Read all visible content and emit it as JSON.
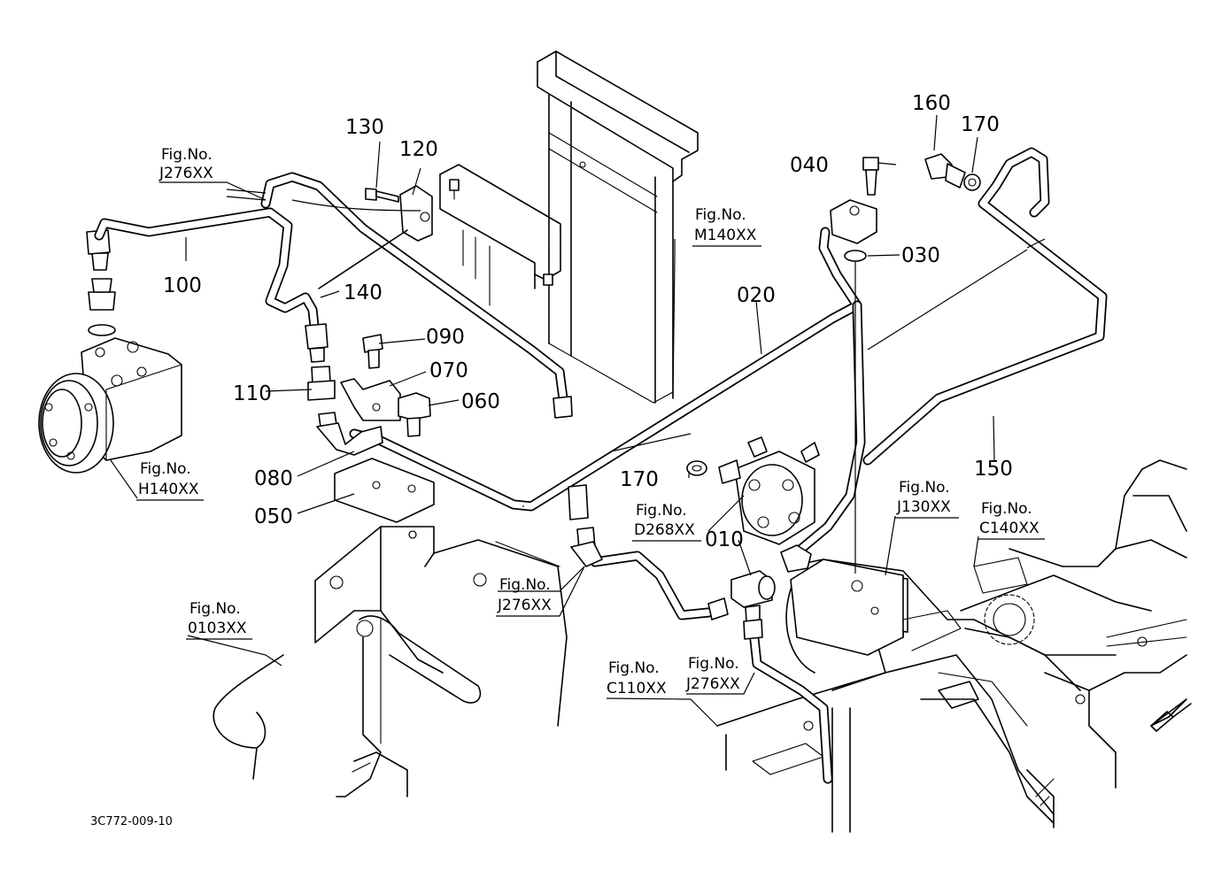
{
  "diagram_code": "3C772-009-10",
  "part_labels": {
    "p010": "010",
    "p020": "020",
    "p030": "030",
    "p040": "040",
    "p050": "050",
    "p060": "060",
    "p070": "070",
    "p080": "080",
    "p090": "090",
    "p100": "100",
    "p110": "110",
    "p120": "120",
    "p130": "130",
    "p140": "140",
    "p150": "150",
    "p160": "160",
    "p170a": "170",
    "p170b": "170"
  },
  "figure_refs": {
    "prefix": "Fig.No.",
    "j276_top": "J276XX",
    "m140": "M140XX",
    "h140": "H140XX",
    "d268": "D268XX",
    "j130": "J130XX",
    "c140": "C140XX",
    "j276_mid": "J276XX",
    "f0103": "0103XX",
    "c110": "C110XX",
    "j276_bottom": "J276XX"
  }
}
